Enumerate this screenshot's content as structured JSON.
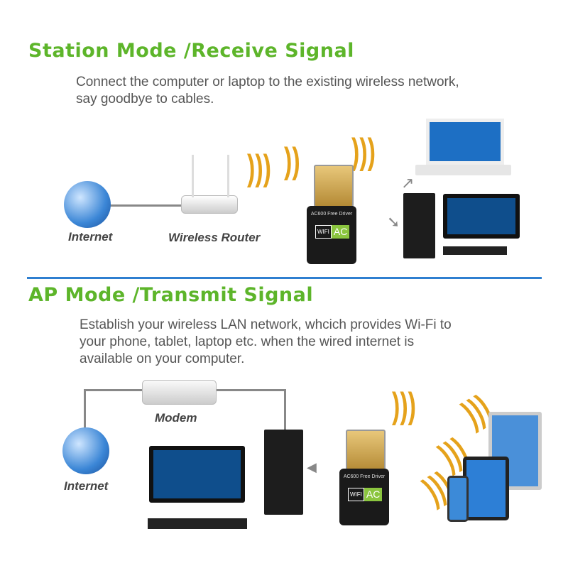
{
  "station": {
    "title": "Station Mode /Receive Signal",
    "desc_lines": [
      "Connect the computer or laptop to the existing wireless network,",
      "say goodbye to cables."
    ],
    "labels": {
      "internet": "Internet",
      "router": "Wireless Router"
    }
  },
  "ap": {
    "title": "AP Mode /Transmit Signal",
    "desc_lines": [
      "Establish your wireless LAN network, whcich provides Wi-Fi to",
      "your phone, tablet, laptop etc. when the wired internet is",
      "available on your computer."
    ],
    "labels": {
      "modem": "Modem",
      "internet": "Internet"
    }
  },
  "dongle": {
    "model": "AC600 Free Driver",
    "wifi": "WIFI",
    "ac": "AC"
  },
  "colors": {
    "title": "#5db52a",
    "divider": "#2f7fd0",
    "signal": "#e5a21b"
  }
}
